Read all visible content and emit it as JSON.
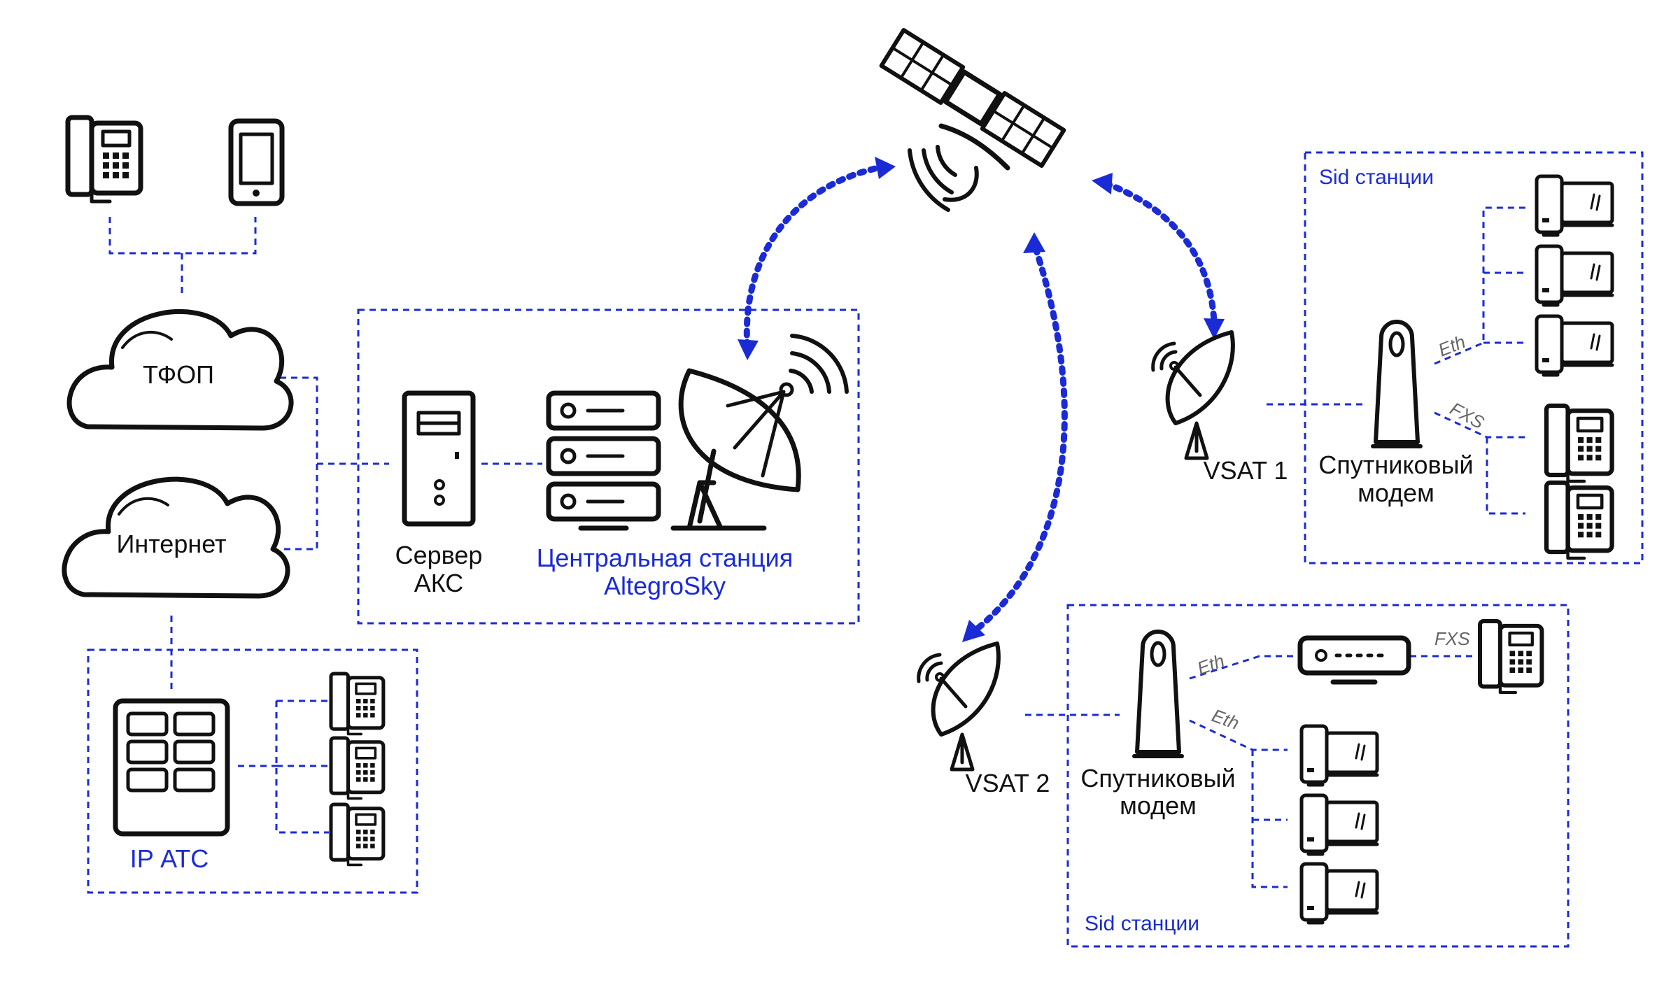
{
  "labels": {
    "pstn": "ТФОП",
    "internet": "Интернет",
    "server_line1": "Сервер",
    "server_line2": "АКС",
    "central_line1": "Центральная станция",
    "central_line2": "AltegroSky",
    "ip_pbx": "IP АТС",
    "vsat1": "VSAT 1",
    "vsat2": "VSAT 2",
    "modem1_line1": "Спутниковый",
    "modem1_line2": "модем",
    "modem2_line1": "Спутниковый",
    "modem2_line2": "модем",
    "sid1": "Sid станции",
    "sid2": "Sid станции",
    "eth1": "Eth",
    "fxs1": "FXS",
    "eth2": "Eth",
    "eth3": "Eth",
    "fxs2": "FXS"
  },
  "colors": {
    "accent": "#1a2bd6",
    "ink": "#111111",
    "muted": "#666666"
  },
  "icons": [
    "desk-phone-icon",
    "smartphone-icon",
    "cloud-icon",
    "server-tower-icon",
    "rack-server-icon",
    "satellite-dish-icon",
    "satellite-icon",
    "vsat-antenna-icon",
    "modem-icon",
    "ip-phone-icon",
    "computer-icon",
    "router-icon",
    "pbx-icon"
  ]
}
